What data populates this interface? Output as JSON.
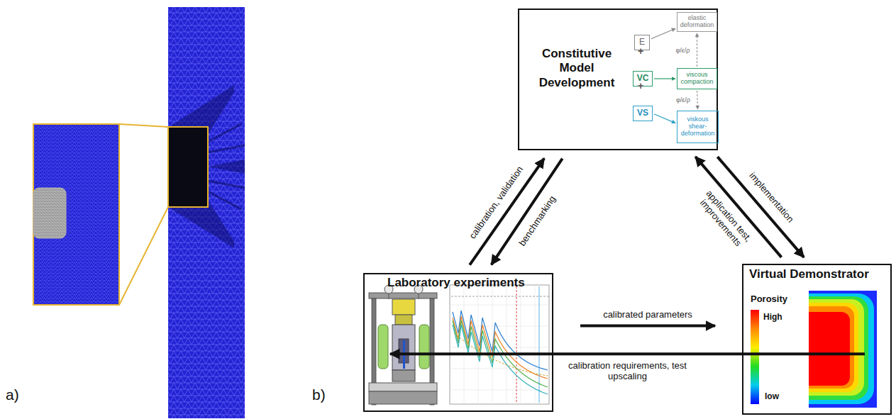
{
  "diagram": {
    "nodes": [
      {
        "text": [
          "Constitutive Model Development"
        ]
      },
      {
        "text": [
          "E"
        ],
        "in": 0
      },
      {
        "text": [
          "elastic deformation"
        ],
        "in": 0
      },
      {
        "text": [
          "VC"
        ],
        "in": 0
      },
      {
        "text": [
          "viscous compaction"
        ],
        "in": 0
      },
      {
        "text": [
          "VS"
        ],
        "in": 0
      },
      {
        "text": [
          "viskous shear-deformation"
        ],
        "in": 0
      },
      {
        "text": [
          "Laboratory experiments"
        ]
      },
      {
        "text": [
          "Virtual Demonstrator"
        ]
      }
    ],
    "edges": [
      {
        "from": 7,
        "to": 0,
        "label": "calibration, validation",
        "arrow": "to"
      },
      {
        "from": 0,
        "to": 7,
        "label": "benchmarking",
        "arrow": "to"
      },
      {
        "from": 0,
        "to": 8,
        "label": "implementation",
        "arrow": "to"
      },
      {
        "from": 8,
        "to": 0,
        "label": "application test, improvements",
        "arrow": "to"
      },
      {
        "from": 7,
        "to": 8,
        "label": "calibrated parameters",
        "arrow": "to"
      },
      {
        "from": 8,
        "to": 7,
        "label": "calibration requirements, test upscaling",
        "arrow": "to"
      },
      {
        "from": 1,
        "to": 2,
        "arrow": "to"
      },
      {
        "from": 3,
        "to": 4,
        "arrow": "to"
      },
      {
        "from": 5,
        "to": 6,
        "arrow": "to"
      },
      {
        "from": 4,
        "to": 2,
        "label": "φ/ε/ρ",
        "arrow": "to"
      },
      {
        "from": 4,
        "to": 6,
        "label": "φ/ε/ρ",
        "arrow": "to"
      }
    ],
    "labels": [
      "a)",
      "b)",
      "+",
      "+",
      "Porosity",
      "High",
      "low"
    ]
  }
}
